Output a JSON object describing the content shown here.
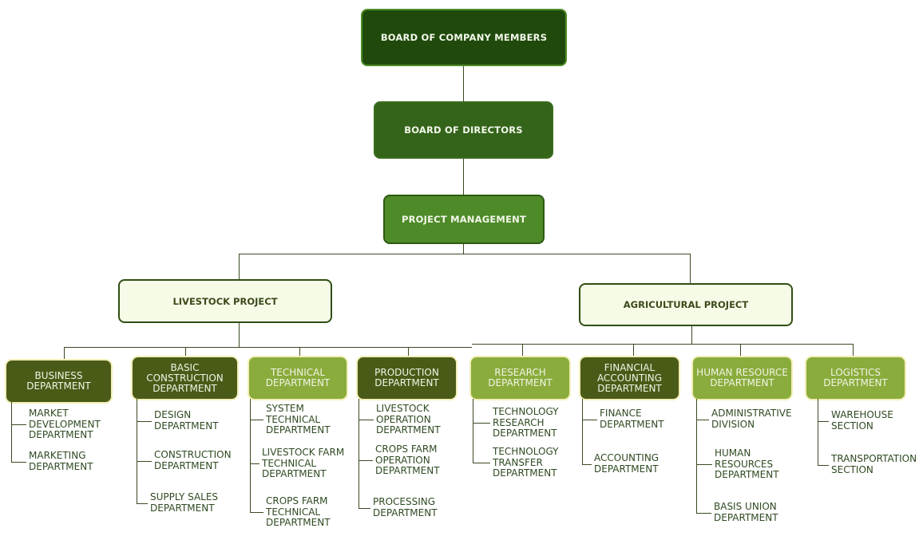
{
  "colors": {
    "board_members": "#1f4a0c",
    "board_directors": "#33641a",
    "project_management": "#4e8a28",
    "project_fill": "#f6fbe8",
    "dept_dark": "#4a5b18",
    "dept_light": "#8aac3c",
    "line": "#3a4a22"
  },
  "top": {
    "board_members": "BOARD OF COMPANY MEMBERS",
    "board_directors": "BOARD OF DIRECTORS",
    "project_management": "PROJECT MANAGEMENT"
  },
  "projects": {
    "livestock": "LIVESTOCK PROJECT",
    "agricultural": "AGRICULTURAL PROJECT"
  },
  "departments": [
    {
      "name": "BUSINESS\nDEPARTMENT",
      "style": "dark",
      "subs": [
        "MARKET\nDEVELOPMENT\nDEPARTMENT",
        "MARKETING\nDEPARTMENT"
      ]
    },
    {
      "name": "BASIC\nCONSTRUCTION\nDEPARTMENT",
      "style": "dark",
      "subs": [
        "DESIGN\nDEPARTMENT",
        "CONSTRUCTION\nDEPARTMENT",
        "SUPPLY SALES\nDEPARTMENT"
      ]
    },
    {
      "name": "TECHNICAL\nDEPARTMENT",
      "style": "light",
      "subs": [
        "SYSTEM\nTECHNICAL\nDEPARTMENT",
        "LIVESTOCK FARM\nTECHNICAL\nDEPARTMENT",
        "CROPS FARM\nTECHNICAL\nDEPARTMENT"
      ]
    },
    {
      "name": "PRODUCTION\nDEPARTMENT",
      "style": "dark",
      "subs": [
        "LIVESTOCK\nOPERATION\nDEPARTMENT",
        "CROPS FARM\nOPERATION\nDEPARTMENT",
        "PROCESSING\nDEPARTMENT"
      ]
    },
    {
      "name": "RESEARCH\nDEPARTMENT",
      "style": "light",
      "subs": [
        "TECHNOLOGY\nRESEARCH\nDEPARTMENT",
        "TECHNOLOGY\nTRANSFER\nDEPARTMENT"
      ]
    },
    {
      "name": "FINANCIAL\nACCOUNTING\nDEPARTMENT",
      "style": "dark",
      "subs": [
        "FINANCE\nDEPARTMENT",
        "ACCOUNTING\nDEPARTMENT"
      ]
    },
    {
      "name": "HUMAN RESOURCE\nDEPARTMENT",
      "style": "light",
      "subs": [
        "ADMINISTRATIVE\nDIVISION",
        "HUMAN\nRESOURCES\nDEPARTMENT",
        "BASIS UNION\nDEPARTMENT"
      ]
    },
    {
      "name": "LOGISTICS\nDEPARTMENT",
      "style": "light",
      "subs": [
        "WAREHOUSE\nSECTION",
        "TRANSPORTATION\nSECTION"
      ]
    }
  ]
}
